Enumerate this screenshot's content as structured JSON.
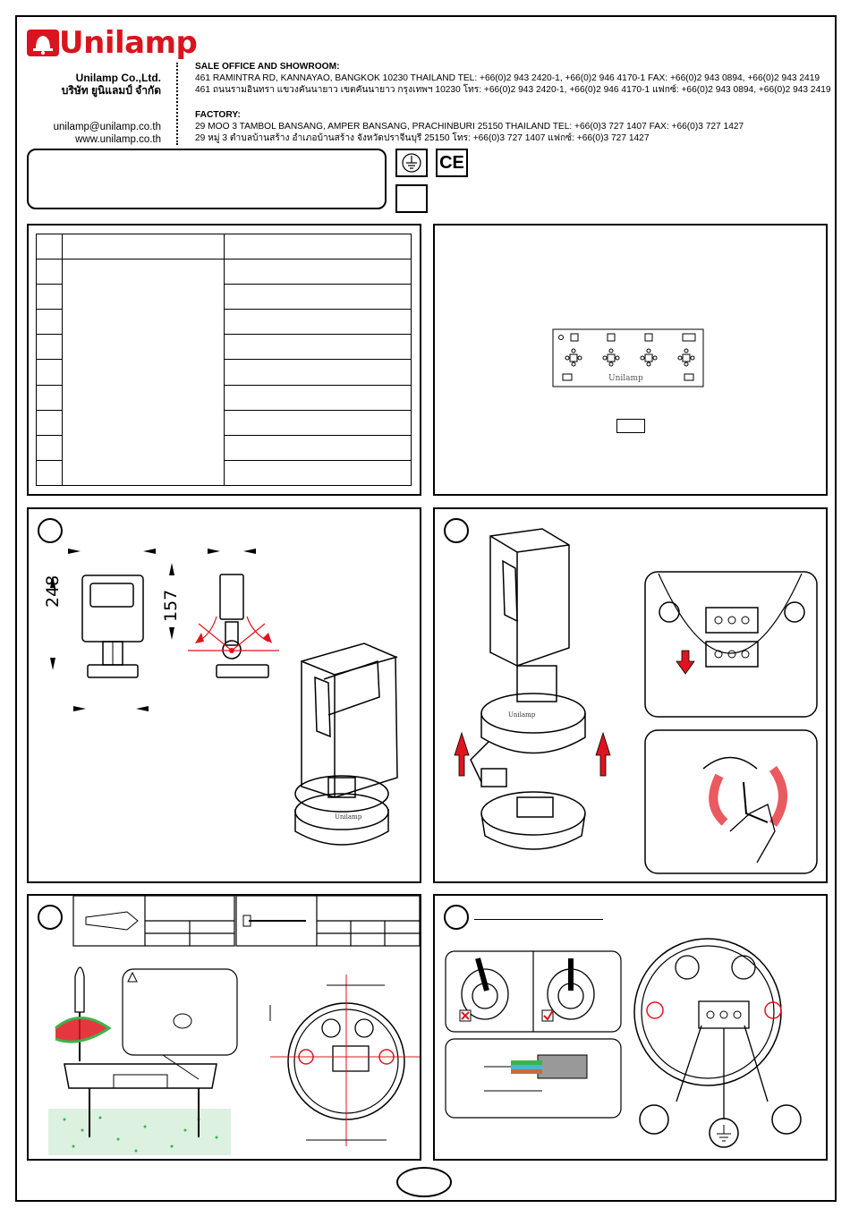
{
  "brand": {
    "name": "Unilamp",
    "color": "#d9141e"
  },
  "company": {
    "name_en": "Unilamp Co.,Ltd.",
    "name_th": "บริษัท ยูนิแลมป์ จำกัด",
    "email": "unilamp@unilamp.co.th",
    "website": "www.unilamp.co.th"
  },
  "sales": {
    "title": "SALE OFFICE AND SHOWROOM:",
    "line_en": "461 RAMINTRA RD, KANNAYAO, BANGKOK 10230 THAILAND TEL: +66(0)2 943 2420-1, +66(0)2 946 4170-1 FAX: +66(0)2 943 0894, +66(0)2 943 2419",
    "line_th": "461 ถนนรามอินทรา แขวงคันนายาว เขตคันนายาว กรุงเทพฯ 10230  โทร: +66(0)2 943 2420-1, +66(0)2 946 4170-1 แฟกซ์: +66(0)2 943 0894, +66(0)2 943 2419"
  },
  "factory": {
    "title": "FACTORY:",
    "line_en": "29 MOO 3 TAMBOL BANSANG, AMPER BANSANG, PRACHINBURI 25150 THAILAND TEL: +66(0)3 727 1407 FAX: +66(0)3 727 1427",
    "line_th": "29 หมู่ 3 ตำบลบ้านสร้าง อำเภอบ้านสร้าง จังหวัดปราจีนบุรี  25150  โทร: +66(0)3 727 1407 แฟกซ์: +66(0)3 727 1427"
  },
  "symbols": {
    "ce": "CE",
    "earth": "earth-symbol"
  },
  "board": {
    "label": "Unilamp"
  },
  "dimensions": {
    "height": "248",
    "height2": "157"
  },
  "colors": {
    "accent_red": "#e0141e",
    "grass_green": "#3cb44b"
  }
}
